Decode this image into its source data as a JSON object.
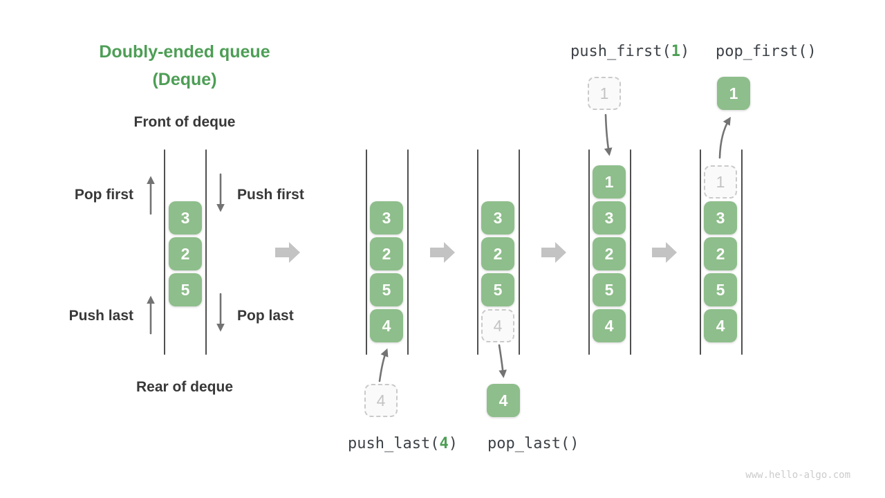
{
  "title": {
    "line1": "Doubly-ended queue",
    "line2": "(Deque)"
  },
  "left_figure": {
    "front_label": "Front of deque",
    "rear_label": "Rear of deque",
    "pop_first_label": "Pop first",
    "push_first_label": "Push first",
    "push_last_label": "Push last",
    "pop_last_label": "Pop last",
    "cells": [
      {
        "value": "3"
      },
      {
        "value": "2"
      },
      {
        "value": "5"
      }
    ]
  },
  "ops": {
    "push_first": {
      "prefix": "push_first(",
      "arg": "1",
      "suffix": ")"
    },
    "pop_first": {
      "text": "pop_first()"
    },
    "push_last": {
      "prefix": "push_last(",
      "arg": "4",
      "suffix": ")"
    },
    "pop_last": {
      "text": "pop_last()"
    }
  },
  "states": [
    {
      "name": "after-push-last",
      "cells": [
        {
          "value": "3",
          "style": "solid"
        },
        {
          "value": "2",
          "style": "solid"
        },
        {
          "value": "5",
          "style": "solid"
        },
        {
          "value": "4",
          "style": "solid"
        }
      ],
      "extra": {
        "value": "4",
        "style": "dashed",
        "position": "below"
      }
    },
    {
      "name": "after-pop-last",
      "cells": [
        {
          "value": "3",
          "style": "solid"
        },
        {
          "value": "2",
          "style": "solid"
        },
        {
          "value": "5",
          "style": "solid"
        },
        {
          "value": "4",
          "style": "dashed"
        }
      ],
      "extra": {
        "value": "4",
        "style": "solid",
        "position": "below"
      }
    },
    {
      "name": "after-push-first",
      "cells": [
        {
          "value": "1",
          "style": "solid"
        },
        {
          "value": "3",
          "style": "solid"
        },
        {
          "value": "2",
          "style": "solid"
        },
        {
          "value": "5",
          "style": "solid"
        },
        {
          "value": "4",
          "style": "solid"
        }
      ],
      "extra": {
        "value": "1",
        "style": "dashed",
        "position": "above"
      }
    },
    {
      "name": "after-pop-first",
      "cells": [
        {
          "value": "1",
          "style": "dashed"
        },
        {
          "value": "3",
          "style": "solid"
        },
        {
          "value": "2",
          "style": "solid"
        },
        {
          "value": "5",
          "style": "solid"
        },
        {
          "value": "4",
          "style": "solid"
        }
      ],
      "extra": {
        "value": "1",
        "style": "solid",
        "position": "above"
      }
    }
  ],
  "colors": {
    "accent_green": "#4d9e55",
    "cell_green": "#8ebe8b",
    "cell_text": "#ffffff",
    "dashed_border": "#cacaca",
    "dashed_fill": "#fafafa",
    "dashed_text": "#c3c3c3",
    "wall_gray": "#4f4f4f",
    "op_arrow_gray": "#737373",
    "flow_arrow_gray": "#c3c3c3",
    "label_dark": "#383838",
    "code_text": "#3d4247",
    "watermark_gray": "#cbcbcb"
  },
  "watermark": "www.hello-algo.com"
}
